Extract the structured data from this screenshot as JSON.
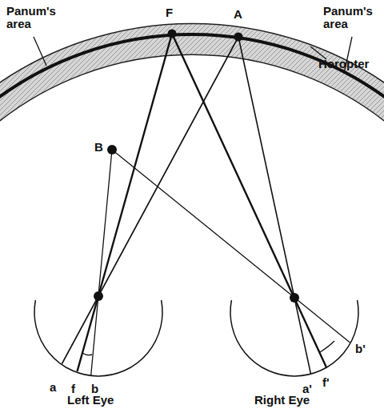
{
  "diagram": {
    "labels": [
      "Panum's area",
      "F",
      "A",
      "Panum's area",
      "Horopter",
      "B",
      "a",
      "f",
      "b",
      "a'",
      "f'",
      "b'",
      "Left Eye",
      "Right Eye"
    ]
  }
}
